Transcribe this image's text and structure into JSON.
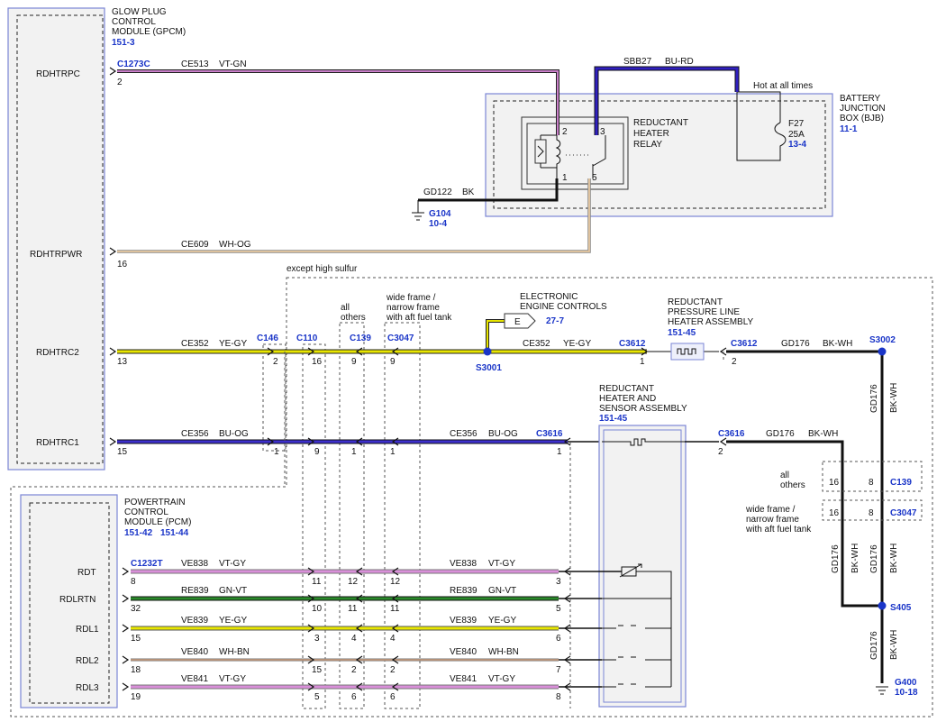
{
  "modules": {
    "gpcm": {
      "name_lines": [
        "GLOW PLUG",
        "CONTROL",
        "MODULE (GPCM)"
      ],
      "ref": "151-3",
      "pins": [
        "RDHTRPC",
        "RDHTRPWR",
        "RDHTRC2",
        "RDHTRC1"
      ]
    },
    "pcm": {
      "name_lines": [
        "POWERTRAIN",
        "CONTROL",
        "MODULE (PCM)"
      ],
      "ref1": "151-42",
      "ref2": "151-44",
      "pins": [
        "RDT",
        "RDLRTN",
        "RDL1",
        "RDL2",
        "RDL3"
      ]
    },
    "bjb": {
      "name_lines": [
        "BATTERY",
        "JUNCTION",
        "BOX (BJB)"
      ],
      "ref": "11-1",
      "hot": "Hot at all times",
      "fuse": "F27",
      "amps": "25A",
      "fuse_ref": "13-4"
    },
    "relay": {
      "name_lines": [
        "REDUCTANT",
        "HEATER",
        "RELAY"
      ],
      "pins": [
        "2",
        "3",
        "1",
        "5"
      ]
    },
    "eec": {
      "name_lines": [
        "ELECTRONIC",
        "ENGINE CONTROLS"
      ],
      "ref": "27-7",
      "label": "E"
    },
    "pressure_heater": {
      "name_lines": [
        "REDUCTANT",
        "PRESSURE LINE",
        "HEATER ASSEMBLY"
      ],
      "ref": "151-45"
    },
    "sensor_asm": {
      "name_lines": [
        "REDUCTANT",
        "HEATER AND",
        "SENSOR ASSEMBLY"
      ],
      "ref": "151-45"
    }
  },
  "wires": {
    "ce513": {
      "circuit": "CE513",
      "color": "VT-GN"
    },
    "sbb27": {
      "circuit": "SBB27",
      "color": "BU-RD"
    },
    "gd122": {
      "circuit": "GD122",
      "color": "BK"
    },
    "ce609": {
      "circuit": "CE609",
      "color": "WH-OG"
    },
    "ce352a": {
      "circuit": "CE352",
      "color": "YE-GY"
    },
    "ce352b": {
      "circuit": "CE352",
      "color": "YE-GY"
    },
    "gd176a": {
      "circuit": "GD176",
      "color": "BK-WH"
    },
    "ce356a": {
      "circuit": "CE356",
      "color": "BU-OG"
    },
    "ce356b": {
      "circuit": "CE356",
      "color": "BU-OG"
    },
    "gd176b": {
      "circuit": "GD176",
      "color": "BK-WH"
    },
    "ve838a": {
      "circuit": "VE838",
      "color": "VT-GY"
    },
    "ve838b": {
      "circuit": "VE838",
      "color": "VT-GY"
    },
    "re839a": {
      "circuit": "RE839",
      "color": "GN-VT"
    },
    "re839b": {
      "circuit": "RE839",
      "color": "GN-VT"
    },
    "ve839a": {
      "circuit": "VE839",
      "color": "YE-GY"
    },
    "ve839b": {
      "circuit": "VE839",
      "color": "YE-GY"
    },
    "ve840a": {
      "circuit": "VE840",
      "color": "WH-BN"
    },
    "ve840b": {
      "circuit": "VE840",
      "color": "WH-BN"
    },
    "ve841a": {
      "circuit": "VE841",
      "color": "VT-GY"
    },
    "ve841b": {
      "circuit": "VE841",
      "color": "VT-GY"
    },
    "v1": {
      "circuit": "GD176",
      "color": "BK-WH"
    },
    "v2": {
      "circuit": "GD176",
      "color": "BK-WH"
    },
    "v3": {
      "circuit": "GD176",
      "color": "BK-WH"
    },
    "v4": {
      "circuit": "GD176",
      "color": "BK-WH"
    }
  },
  "connectors": {
    "c1273c": "C1273C",
    "c146": "C146",
    "c110": "C110",
    "c139": "C139",
    "c3047": "C3047",
    "c3612a": "C3612",
    "c3612b": "C3612",
    "c3616a": "C3616",
    "c3616b": "C3616",
    "c1232t": "C1232T",
    "c139r": "C139",
    "c3047r": "C3047"
  },
  "splices": {
    "s3001": "S3001",
    "s3002": "S3002",
    "s405": "S405"
  },
  "grounds": {
    "g104": "G104",
    "g104_ref": "10-4",
    "g400": "G400",
    "g400_ref": "10-18"
  },
  "notes": {
    "except_high_sulfur": "except high sulfur",
    "all_others": [
      "all",
      "others"
    ],
    "wide_frame": [
      "wide frame /",
      "narrow frame",
      "with aft fuel tank"
    ]
  },
  "pin_labels": {
    "p_rdhtrpc": "2",
    "p_rdhtrpwr": "16",
    "p_rdhtrc2": "13",
    "p_rdhtrc1": "15",
    "c146_a": "2",
    "c146_b": "1",
    "c110_a": "16",
    "c110_b": "9",
    "c110_c": "11",
    "c110_d": "10",
    "c110_e": "3",
    "c110_f": "15",
    "c110_g": "5",
    "c139_a": "9",
    "c139_b": "1",
    "c139_c": "12",
    "c139_d": "11",
    "c139_e": "4",
    "c139_f": "2",
    "c139_g": "6",
    "c3047_a": "9",
    "c3047_b": "1",
    "c3047_c": "12",
    "c3047_d": "11",
    "c3047_e": "4",
    "c3047_f": "2",
    "c3047_g": "6",
    "c3612a": "1",
    "c3612b": "2",
    "c3616a": "1",
    "c3616b": "2",
    "s1": "3",
    "s2": "5",
    "s3": "6",
    "s4": "7",
    "s5": "8",
    "pcm1": "8",
    "pcm2": "32",
    "pcm3": "15",
    "pcm4": "18",
    "pcm5": "19",
    "r16": "16",
    "r8": "8",
    "r16b": "16",
    "r8b": "8"
  },
  "colors": {
    "vt_gn": "#c97fc9",
    "wh_og": "#e8c9a0",
    "ye_gy": "#e8e600",
    "bu_og": "#3d2fcc",
    "vt_gy": "#d98fd9",
    "gn_vt": "#2a8a2a",
    "wh_bn": "#c79a7a",
    "bu_rd": "#3020c0",
    "blue_text": "#1a35c8",
    "module_border": "#7b86d6",
    "module_fill": "#f2f2f2"
  }
}
